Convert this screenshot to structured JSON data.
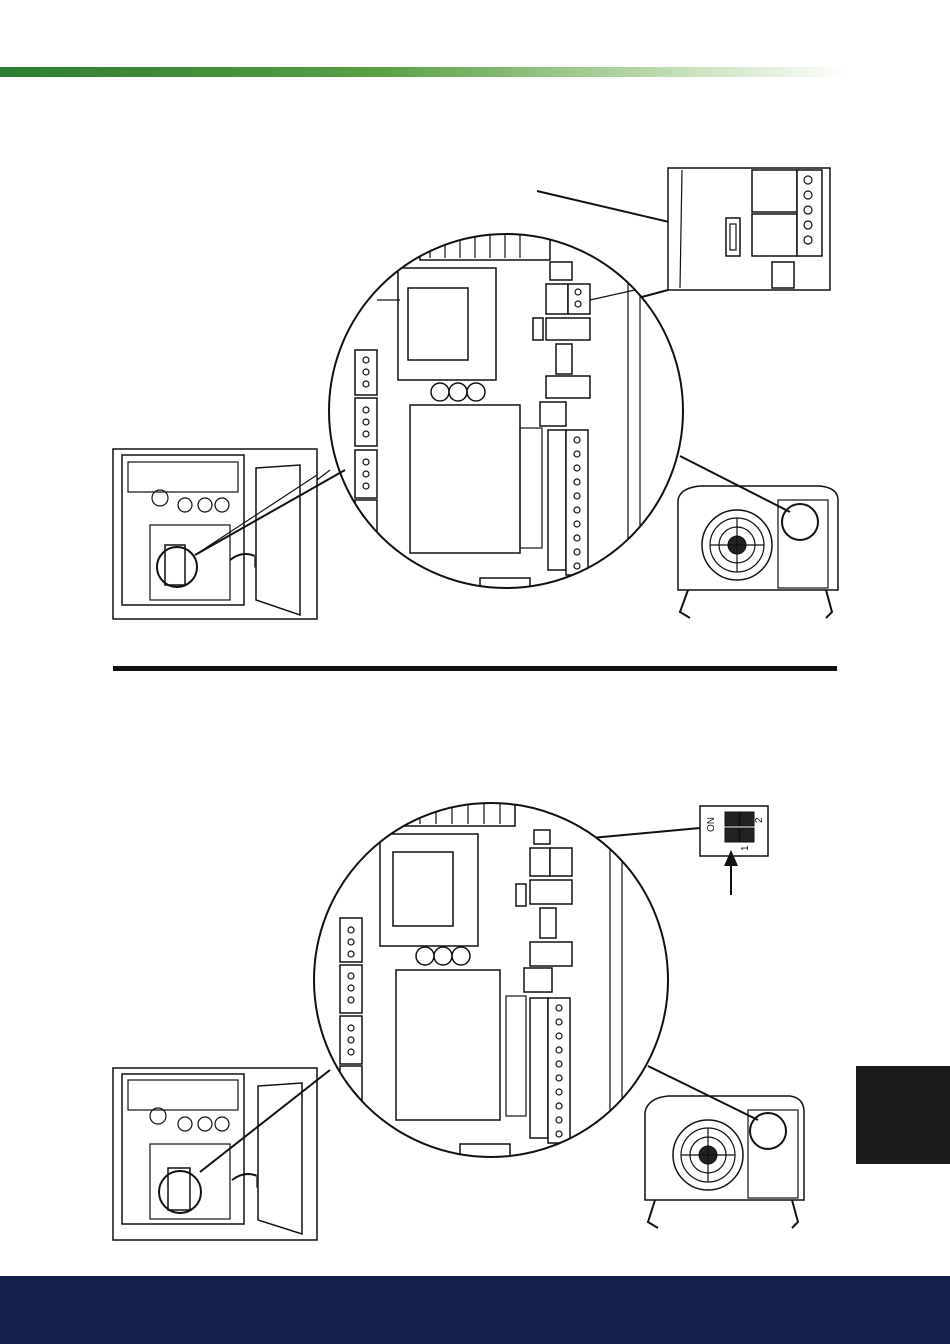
{
  "colors": {
    "header_gradient_start": "#2e7d32",
    "header_gradient_end": "#ffffff",
    "divider": "#111111",
    "side_tab": "#1a1a1a",
    "footer": "#13204a"
  },
  "figure_bottom": {
    "dip_switch": {
      "label_on": "ON",
      "label_1": "1",
      "label_2": "2"
    }
  }
}
